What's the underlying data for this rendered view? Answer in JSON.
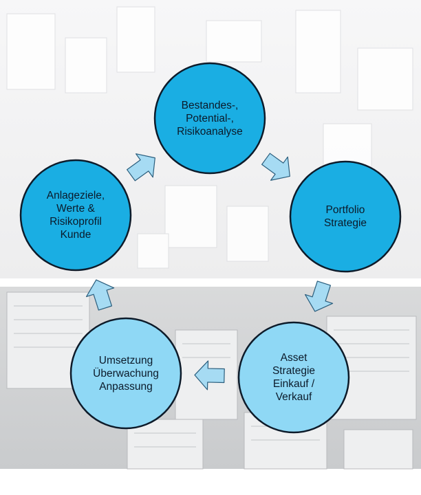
{
  "diagram": {
    "nodes": [
      {
        "id": "analyse",
        "label": "Bestandes-,\nPotential-,\nRisikoanalyse",
        "color": "#1aaee3"
      },
      {
        "id": "portfolio",
        "label": "Portfolio\nStrategie",
        "color": "#1aaee3"
      },
      {
        "id": "asset",
        "label": "Asset\nStrategie\nEinkauf /\nVerkauf",
        "color": "#8fd8f5"
      },
      {
        "id": "umsetzung",
        "label": "Umsetzung\nÜberwachung\nAnpassung",
        "color": "#8fd8f5"
      },
      {
        "id": "anlage",
        "label": "Anlageziele,\nWerte &\nRisikoprofil\nKunde",
        "color": "#1aaee3"
      }
    ],
    "edges": [
      {
        "from": "analyse",
        "to": "portfolio"
      },
      {
        "from": "portfolio",
        "to": "asset"
      },
      {
        "from": "asset",
        "to": "umsetzung"
      },
      {
        "from": "umsetzung",
        "to": "anlage"
      },
      {
        "from": "anlage",
        "to": "analyse"
      }
    ],
    "colors": {
      "stroke": "#0d1b2a",
      "arrow_fill": "#a6dbf3",
      "arrow_stroke": "#2a5d7c",
      "background_top": "#f1f2f3",
      "background_bottom": "#cfd1d3"
    }
  }
}
